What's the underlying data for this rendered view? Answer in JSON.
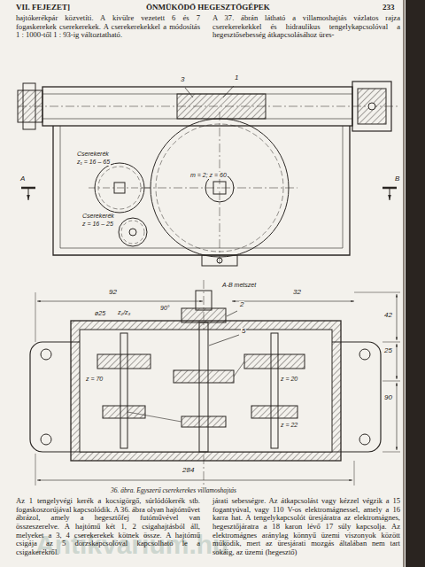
{
  "diagram": {
    "caption": "36. ábra. Egyszerű cserekerekes villamoshajtás",
    "labels": [
      "VII. FEJEZET]",
      "ÖNMŰKÖDŐ HEGESZTŐGÉPEK",
      "233",
      "hajtókerékpár közvetíti. A kivülre vezetett 6 és 7 fogaskerekek cserekerekek. A cserekerekekkel a módosítás 1 : 1000-től 1 : 93-ig változtatható.",
      "A 37. ábrán látható a villamoshajtás vázlatos rajza cserekerekekkel és hidraulikus tengelykapcsolóval a hegesztősebesség átkapcsolásához üres-",
      "1",
      "3",
      "m = 2; z = 60",
      "Cserekerék",
      "z₁ = 16 – 65",
      "Cserekerék",
      "z = 16 – 25",
      "A",
      "B",
      "A-B metszet",
      "92",
      "32",
      "90°",
      "ø25",
      "z₂/z₃",
      "z = 70",
      "z = 20",
      "z = 22",
      "2",
      "5",
      "42",
      "25",
      "90",
      "284",
      "Az 1 tengelyvégi kerék a kocsigörgő, súrlódókerék stb. fogaskoszorújával kapcsolódik. A 36. ábra olyan hajtóművet ábrázol, amely a hegesztőfej futóművével van összeszerelve. A hajtómű két 1, 2 csigahajtásból áll, melyeket a 3, 4 cserekerekek kötnek össze. A hajtómű csigája az 5 dörzskapcsolóval kapcsolható le a csigakerékről.",
      "járati sebességre. Az átkapcsolást vagy kézzel végzik a 15 fogantyúval, vagy 110 V-os elektromágnessel, amely a 16 karra hat. A tengelykapcsolót üresjáratra az elektromágnes, hegesztőjáratra a 18 karon lévő 17 súly kapcsolja. Az elektromágnes aránylag könnyű üzemi viszonyok között működik, mert az üresjárati mozgás általában nem tart sokáig, az üzemi (hegesztő)",
      "Antikvarium.hu"
    ]
  }
}
